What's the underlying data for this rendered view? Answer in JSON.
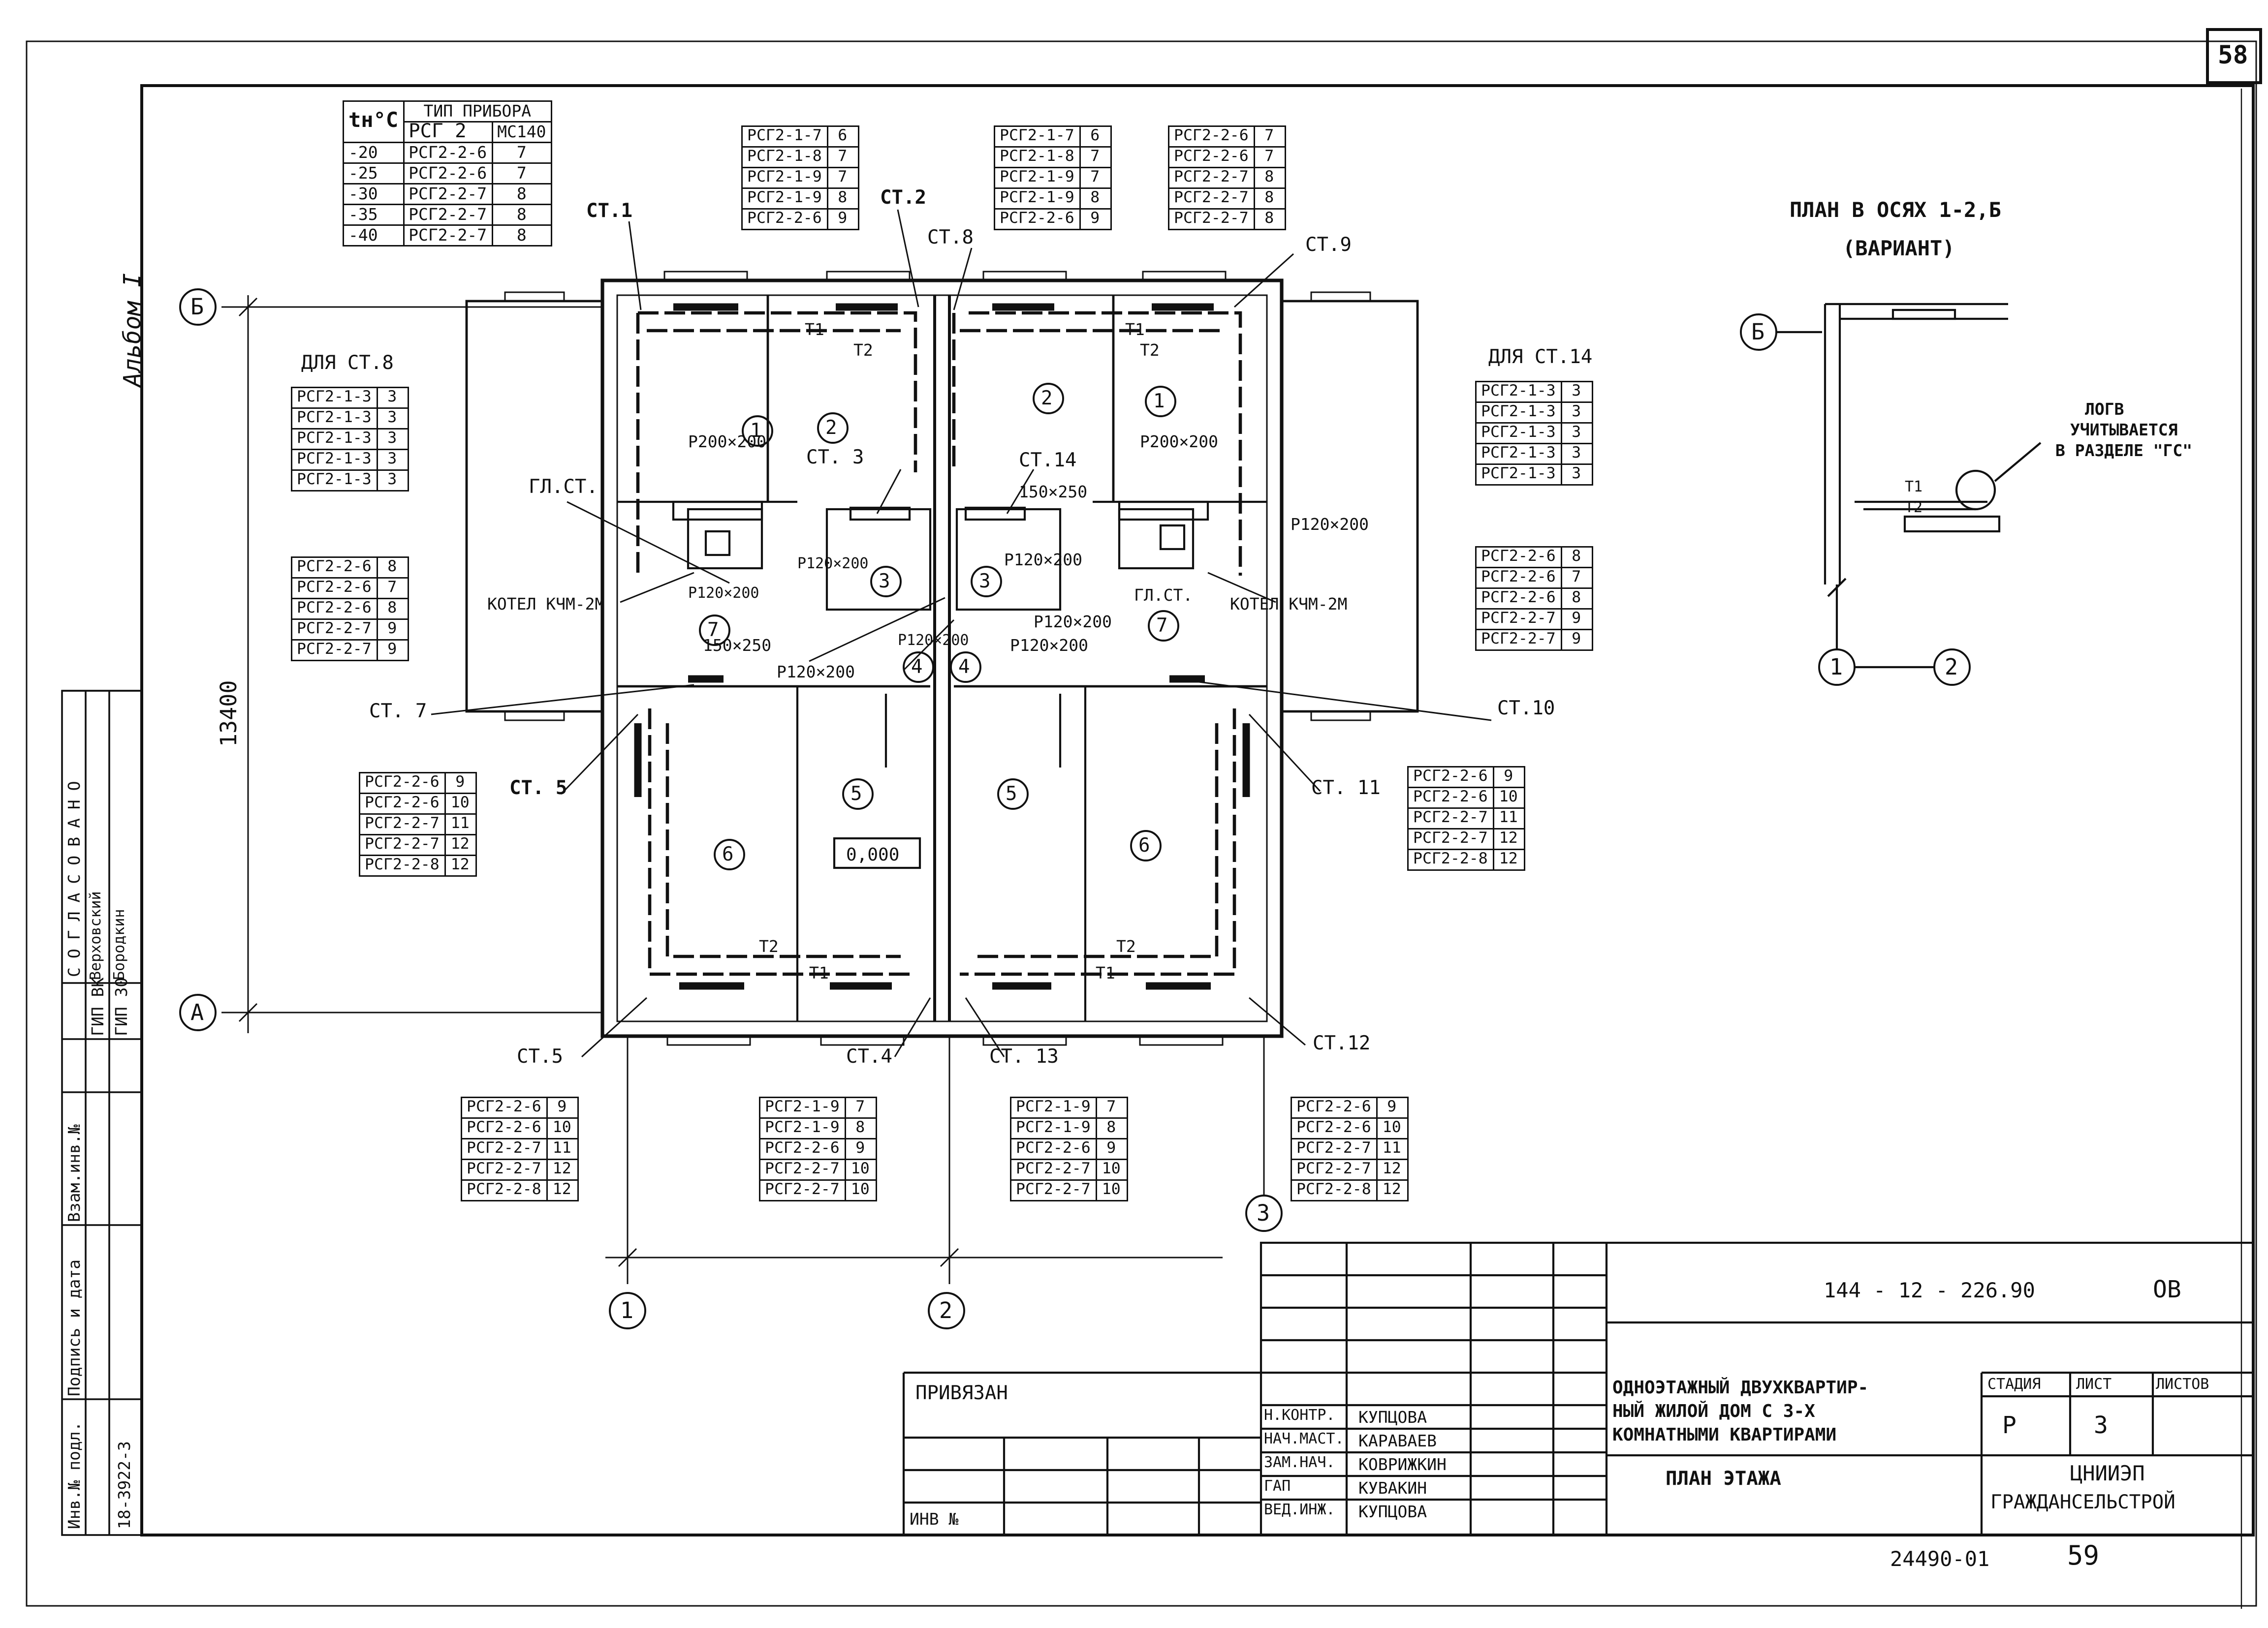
{
  "sheet_number": "58",
  "page_number": "59",
  "album": "Альбом I",
  "inset": {
    "title_line1": "ПЛАН В ОСЯХ 1-2,Б",
    "title_line2": "(ВАРИАНТ)",
    "note_line1": "ЛОГВ",
    "note_line2": "УЧИТЫВАЕТСЯ",
    "note_line3": "В РАЗДЕЛЕ \"ГС\"",
    "axis_b": "Б",
    "axis_1": "1",
    "axis_2": "2",
    "pipe_t1": "Т1",
    "pipe_t2": "Т2"
  },
  "temp_table": {
    "header_type": "ТИП ПРИБОРА",
    "header_t": "tн°С",
    "header_rcg": "РСГ 2",
    "header_ms": "МС140",
    "rows": [
      [
        "-20",
        "РСГ2-2-6",
        "7"
      ],
      [
        "-25",
        "РСГ2-2-6",
        "7"
      ],
      [
        "-30",
        "РСГ2-2-7",
        "8"
      ],
      [
        "-35",
        "РСГ2-2-7",
        "8"
      ],
      [
        "-40",
        "РСГ2-2-7",
        "8"
      ]
    ]
  },
  "labels": {
    "for_st8": "ДЛЯ СТ.8",
    "for_st14": "ДЛЯ СТ.14",
    "dim_13400": "13400",
    "elev": "0,000",
    "gl_st_left": "ГЛ.СТ.",
    "gl_st_right": "ГЛ.СТ.",
    "boiler_left": "КОТЕЛ КЧМ-2М",
    "boiler_right": "КОТЕЛ КЧМ-2М",
    "axis_b": "Б",
    "axis_a": "А",
    "axis_1": "1",
    "axis_2": "2",
    "axis_3": "3",
    "t1": "Т1",
    "t2": "Т2"
  },
  "risers": {
    "st1": "СТ.1",
    "st2": "СТ.2",
    "st3": "СТ. 3",
    "st4": "СТ.4",
    "st5a": "СТ. 5",
    "st5b": "СТ.5",
    "st7": "СТ. 7",
    "st8": "СТ.8",
    "st9": "СТ.9",
    "st10": "СТ.10",
    "st11": "СТ. 11",
    "st12": "СТ.12",
    "st13": "СТ. 13",
    "st14": "СТ.14"
  },
  "grilles": {
    "g1": "Р200×200",
    "g2": "Р200×200",
    "g3": "150×250",
    "g4": "150×250",
    "g5": "Р120×200",
    "g6": "Р120×200",
    "g7": "Р120×200",
    "g8": "Р120×200",
    "g9": "Р120×200",
    "g10": "Р120×200",
    "g11": "Р120×200",
    "g12": "Р120×200"
  },
  "rooms": {
    "r1a": "1",
    "r1b": "1",
    "r2a": "2",
    "r2b": "2",
    "r3a": "3",
    "r3b": "3",
    "r4a": "4",
    "r4b": "4",
    "r5a": "5",
    "r5b": "5",
    "r6a": "6",
    "r6b": "6",
    "r7a": "7",
    "r7b": "7"
  },
  "tables": {
    "top1": [
      [
        "РСГ2-1-7",
        "6"
      ],
      [
        "РСГ2-1-8",
        "7"
      ],
      [
        "РСГ2-1-9",
        "7"
      ],
      [
        "РСГ2-1-9",
        "8"
      ],
      [
        "РСГ2-2-6",
        "9"
      ]
    ],
    "top2": [
      [
        "РСГ2-1-7",
        "6"
      ],
      [
        "РСГ2-1-8",
        "7"
      ],
      [
        "РСГ2-1-9",
        "7"
      ],
      [
        "РСГ2-1-9",
        "8"
      ],
      [
        "РСГ2-2-6",
        "9"
      ]
    ],
    "top3": [
      [
        "РСГ2-2-6",
        "7"
      ],
      [
        "РСГ2-2-6",
        "7"
      ],
      [
        "РСГ2-2-7",
        "8"
      ],
      [
        "РСГ2-2-7",
        "8"
      ],
      [
        "РСГ2-2-7",
        "8"
      ]
    ],
    "st8a": [
      [
        "РСГ2-1-3",
        "3"
      ],
      [
        "РСГ2-1-3",
        "3"
      ],
      [
        "РСГ2-1-3",
        "3"
      ],
      [
        "РСГ2-1-3",
        "3"
      ],
      [
        "РСГ2-1-3",
        "3"
      ]
    ],
    "st8b": [
      [
        "РСГ2-2-6",
        "8"
      ],
      [
        "РСГ2-2-6",
        "7"
      ],
      [
        "РСГ2-2-6",
        "8"
      ],
      [
        "РСГ2-2-7",
        "9"
      ],
      [
        "РСГ2-2-7",
        "9"
      ]
    ],
    "st14a": [
      [
        "РСГ2-1-3",
        "3"
      ],
      [
        "РСГ2-1-3",
        "3"
      ],
      [
        "РСГ2-1-3",
        "3"
      ],
      [
        "РСГ2-1-3",
        "3"
      ],
      [
        "РСГ2-1-3",
        "3"
      ]
    ],
    "st14b": [
      [
        "РСГ2-2-6",
        "8"
      ],
      [
        "РСГ2-2-6",
        "7"
      ],
      [
        "РСГ2-2-6",
        "8"
      ],
      [
        "РСГ2-2-7",
        "9"
      ],
      [
        "РСГ2-2-7",
        "9"
      ]
    ],
    "left_mid": [
      [
        "РСГ2-2-6",
        "9"
      ],
      [
        "РСГ2-2-6",
        "10"
      ],
      [
        "РСГ2-2-7",
        "11"
      ],
      [
        "РСГ2-2-7",
        "12"
      ],
      [
        "РСГ2-2-8",
        "12"
      ]
    ],
    "right_mid": [
      [
        "РСГ2-2-6",
        "9"
      ],
      [
        "РСГ2-2-6",
        "10"
      ],
      [
        "РСГ2-2-7",
        "11"
      ],
      [
        "РСГ2-2-7",
        "12"
      ],
      [
        "РСГ2-2-8",
        "12"
      ]
    ],
    "bot1": [
      [
        "РСГ2-2-6",
        "9"
      ],
      [
        "РСГ2-2-6",
        "10"
      ],
      [
        "РСГ2-2-7",
        "11"
      ],
      [
        "РСГ2-2-7",
        "12"
      ],
      [
        "РСГ2-2-8",
        "12"
      ]
    ],
    "bot2": [
      [
        "РСГ2-1-9",
        "7"
      ],
      [
        "РСГ2-1-9",
        "8"
      ],
      [
        "РСГ2-2-6",
        "9"
      ],
      [
        "РСГ2-2-7",
        "10"
      ],
      [
        "РСГ2-2-7",
        "10"
      ]
    ],
    "bot3": [
      [
        "РСГ2-1-9",
        "7"
      ],
      [
        "РСГ2-1-9",
        "8"
      ],
      [
        "РСГ2-2-6",
        "9"
      ],
      [
        "РСГ2-2-7",
        "10"
      ],
      [
        "РСГ2-2-7",
        "10"
      ]
    ],
    "bot4": [
      [
        "РСГ2-2-6",
        "9"
      ],
      [
        "РСГ2-2-6",
        "10"
      ],
      [
        "РСГ2-2-7",
        "11"
      ],
      [
        "РСГ2-2-7",
        "12"
      ],
      [
        "РСГ2-2-8",
        "12"
      ]
    ]
  },
  "side_stamp": {
    "agreed": "СОГЛАСОВАНО",
    "gip_vk": "ГИП ВК",
    "gip_vk_name": "Верховский",
    "gip_30": "ГИП 30",
    "gip_30_name": "Бородкин",
    "inv_orig": "Инв.№ подл.",
    "sign_date": "Подпись и дата",
    "inv_repl": "Взам.инв.№",
    "inv_value": "18-3922-3"
  },
  "title_block": {
    "doc_code": "144 - 12 - 226.90",
    "doc_suffix": "ОВ",
    "project_line1": "ОДНОЭТАЖНЫЙ ДВУХКВАРТИР-",
    "project_line2": "НЫЙ ЖИЛОЙ ДОМ С 3-Х",
    "project_line3": "КОМНАТНЫМИ КВАРТИРАМИ",
    "sheet_title": "ПЛАН ЭТАЖА",
    "stage_h": "СТАДИЯ",
    "sheet_h": "ЛИСТ",
    "sheets_h": "ЛИСТОВ",
    "stage": "Р",
    "sheet": "3",
    "org_line1": "ЦНИИЭП",
    "org_line2": "ГРАЖДАНСЕЛЬСТРОЙ",
    "attached": "ПРИВЯЗАН",
    "inv_no": "ИНВ №",
    "roles": [
      "Н.КОНТР.",
      "НАЧ.МАСТ.",
      "ЗАМ.НАЧ.",
      "ГАП",
      "ВЕД.ИНЖ."
    ],
    "names": [
      "КУПЦОВА",
      "КАРАВАЕВ",
      "КОВРИЖКИН",
      "КУВАКИН",
      "КУПЦОВА"
    ],
    "archive_no": "24490-01"
  }
}
